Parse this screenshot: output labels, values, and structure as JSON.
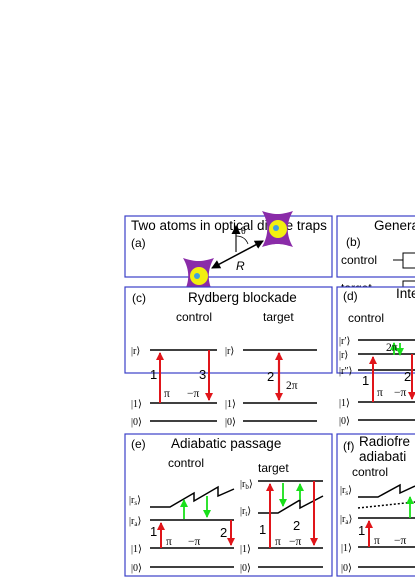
{
  "colors": {
    "panel_border": "#3b3fc8",
    "red_arrow": "#e0151a",
    "green_arrow": "#19e01a",
    "trap": "#8a2ba8",
    "atom": "#f2ef10",
    "atom_core": "#3fa0e0"
  },
  "panels": {
    "a": {
      "title": "Two atoms in optical dipole traps",
      "label": "(a)",
      "theta": "θ",
      "R": "R"
    },
    "b": {
      "title": "Genera",
      "label": "(b)",
      "control": "control",
      "target": "target"
    },
    "c": {
      "title": "Rydberg blockade",
      "label": "(c)",
      "control": "control",
      "target": "target",
      "levels": {
        "r": "|r⟩",
        "one": "|1⟩",
        "zero": "|0⟩"
      },
      "steps": {
        "s1": "1",
        "s2": "2",
        "s3": "3"
      },
      "phases": {
        "pi": "π",
        "minus_pi": "−π",
        "two_pi": "2π"
      }
    },
    "d": {
      "title": "Inte",
      "label": "(d)",
      "control": "control",
      "levels": {
        "r_prime": "|r′⟩",
        "r": "|r⟩",
        "r_dprime": "|r″⟩",
        "one": "|1⟩",
        "zero": "|0⟩"
      },
      "steps": {
        "s1": "1",
        "s2": "2"
      },
      "phases": {
        "two_pi": "2π",
        "pi": "π",
        "minus_pi": "−π"
      }
    },
    "e": {
      "title": "Adiabatic passage",
      "label": "(e)",
      "control": "control",
      "target": "target",
      "levels": {
        "rb": "|r_b⟩",
        "rt": "|r_t⟩",
        "rs": "|r_s⟩",
        "ra": "|r_a⟩",
        "one": "|1⟩",
        "zero": "|0⟩"
      },
      "steps": {
        "s1": "1",
        "s2": "2"
      },
      "phases": {
        "pi": "π",
        "minus_pi": "−π"
      }
    },
    "f": {
      "title_line1": "Radiofre",
      "title_line2": "adiabati",
      "label": "(f)",
      "control": "control",
      "levels": {
        "rs": "|r_s⟩",
        "ra": "|r_a⟩",
        "one": "|1⟩",
        "zero": "|0⟩"
      },
      "steps": {
        "s1": "1"
      },
      "phases": {
        "pi": "π",
        "minus_pi": "−π"
      }
    }
  }
}
